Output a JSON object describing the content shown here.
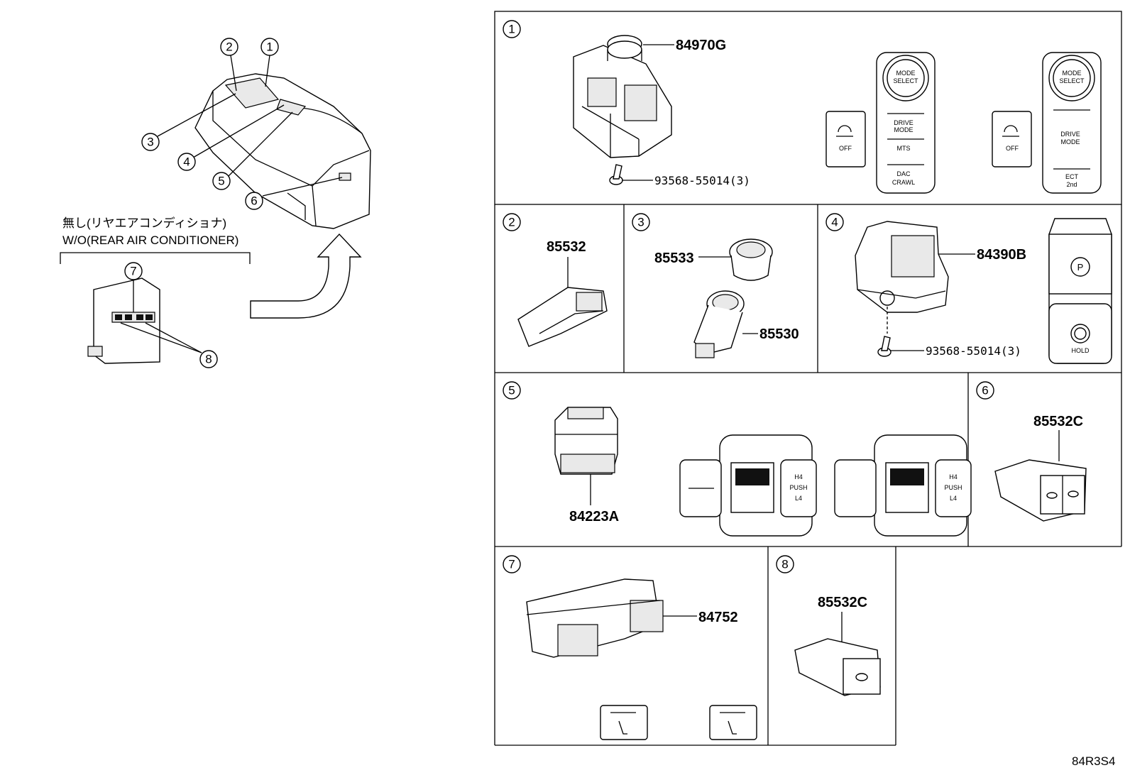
{
  "overview": {
    "callouts": [
      "1",
      "2",
      "3",
      "4",
      "5",
      "6",
      "7",
      "8"
    ],
    "note_jp": "無し(リヤエアコンディショナ)",
    "note_en": "W/O(REAR AIR CONDITIONER)"
  },
  "panels": [
    {
      "no": "1",
      "parts": [
        "84970G",
        "93568-55014(3)"
      ],
      "switch_a": {
        "mode": "MODE\nSELECT",
        "off": "OFF",
        "drive": "DRIVE\nMODE",
        "mts": "MTS",
        "dac": "DAC\nCRAWL"
      },
      "switch_b": {
        "mode": "MODE\nSELECT",
        "off": "OFF",
        "drive": "DRIVE\nMODE",
        "ect": "ECT\n2nd"
      }
    },
    {
      "no": "2",
      "parts": [
        "85532"
      ]
    },
    {
      "no": "3",
      "parts": [
        "85533",
        "85530"
      ]
    },
    {
      "no": "4",
      "parts": [
        "84390B",
        "93568-55014(3)"
      ],
      "switch": {
        "p": "P",
        "hold": "HOLD"
      }
    },
    {
      "no": "5",
      "parts": [
        "84223A"
      ],
      "switch": {
        "h4": "H4",
        "push": "PUSH",
        "l4": "L4"
      }
    },
    {
      "no": "6",
      "parts": [
        "85532C"
      ]
    },
    {
      "no": "7",
      "parts": [
        "84752"
      ]
    },
    {
      "no": "8",
      "parts": [
        "85532C"
      ]
    }
  ],
  "ref_code": "84R3S4",
  "colors": {
    "line": "#000000",
    "background": "#ffffff"
  }
}
